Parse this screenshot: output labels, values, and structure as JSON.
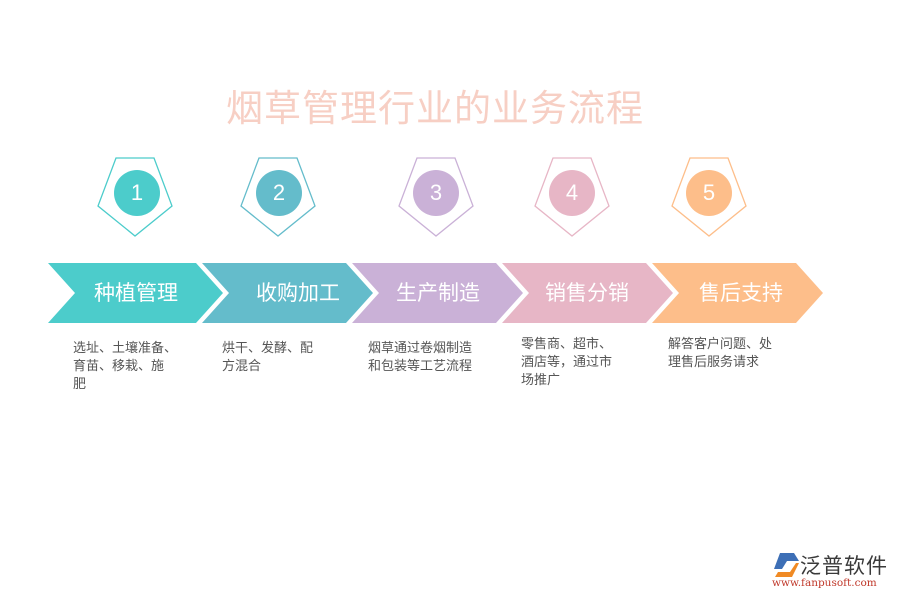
{
  "title": "烟草管理行业的业务流程",
  "steps": [
    {
      "number": "1",
      "label": "种植管理",
      "desc_lines": [
        "选址、土壤准备、",
        "育苗、移栽、施",
        "肥"
      ],
      "color": "#4ccccb"
    },
    {
      "number": "2",
      "label": "收购加工",
      "desc_lines": [
        "烘干、发酵、配",
        "方混合"
      ],
      "color": "#64bccb"
    },
    {
      "number": "3",
      "label": "生产制造",
      "desc_lines": [
        "烟草通过卷烟制造",
        "和包装等工艺流程"
      ],
      "color": "#cab1d7"
    },
    {
      "number": "4",
      "label": "销售分销",
      "desc_lines": [
        "零售商、超市、",
        "酒店等，通过市",
        "场推广"
      ],
      "color": "#e7b6c6"
    },
    {
      "number": "5",
      "label": "售后支持",
      "desc_lines": [
        "解答客户问题、处",
        "理售后服务请求"
      ],
      "color": "#fdbe8a"
    }
  ],
  "logo": {
    "name": "泛普软件",
    "url": "www.fanpusoft.com"
  }
}
